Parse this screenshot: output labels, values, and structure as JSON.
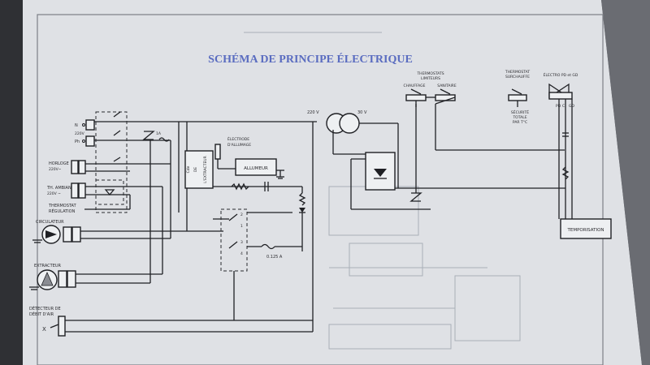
{
  "diagram": {
    "title": "SCHÉMA DE PRINCIPE ÉLECTRIQUE",
    "labels": {
      "phase_n": "N",
      "phase_ph": "Ph",
      "voltage_mains": "220V",
      "fuse_rating": "1A",
      "horloge": "HORLOGE",
      "horloge_v": "220V~",
      "th_ambiance": "TH. AMBIANCE",
      "th_ambiance_v": "220V ~",
      "thermostat": "THERMOSTAT",
      "regulation": "RÉGULATION",
      "circulateur": "CIRCULATEUR",
      "extracteur": "EXTRACTEUR",
      "detecteur": "DÉTECTEUR DE",
      "debit": "DÉBIT D'AIR",
      "cde_1": "Cde",
      "cde_2": "DE",
      "cde_3": "L'EXTRACTEUR",
      "electrode_1": "ÉLECTRODE",
      "electrode_2": "D'ALLUMAGE",
      "allumeur": "ALLUMEUR",
      "fuse2": "0.125 A",
      "tr_primary": "220 V",
      "tr_secondary": "30 V",
      "thermostats_1": "THERMOSTATS",
      "thermostats_2": "LIMITEURS",
      "chauffage": "CHAUFFAGE",
      "sanitaire": "SANITAIRE",
      "surchauffe_1": "THERMOSTAT",
      "surchauffe_2": "SURCHAUFFE",
      "securite_1": "SÉCURITÉ",
      "securite_2": "TOTALE",
      "securite_3": "PAR T°C",
      "electrovanne": "ÉLECTRO PD et GD",
      "pd": "PD",
      "c": "C",
      "gd": "GD",
      "temporisation": "TEMPORISATION",
      "x_mark": "X"
    },
    "colors": {
      "title": "#5a6cc0",
      "paper": "#e4e6ea",
      "background": "#5f6065",
      "ink": "#1f2024"
    }
  }
}
